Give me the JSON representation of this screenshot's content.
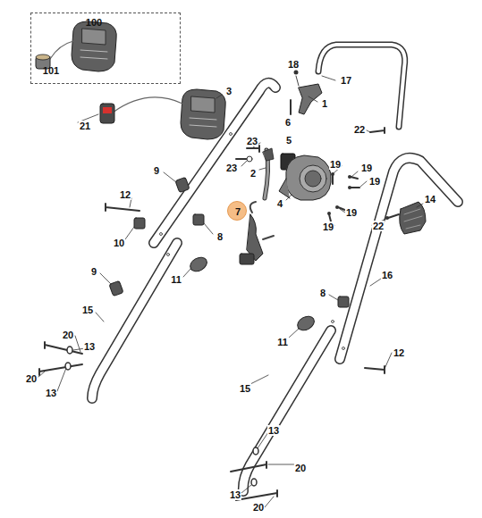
{
  "diagram": {
    "nodes": [
      {
        "text": [
          "100",
          "101"
        ]
      },
      {
        "text": [
          "7"
        ]
      }
    ],
    "labels": [
      "18",
      "17",
      "3",
      "1",
      "21",
      "6",
      "22",
      "23",
      "5",
      "23",
      "2",
      "9",
      "19",
      "19",
      "19",
      "12",
      "4",
      "14",
      "19",
      "19",
      "22",
      "10",
      "8",
      "9",
      "11",
      "16",
      "8",
      "15",
      "11",
      "20",
      "12",
      "13",
      "20",
      "13",
      "15",
      "13",
      "20",
      "13",
      "20"
    ]
  }
}
